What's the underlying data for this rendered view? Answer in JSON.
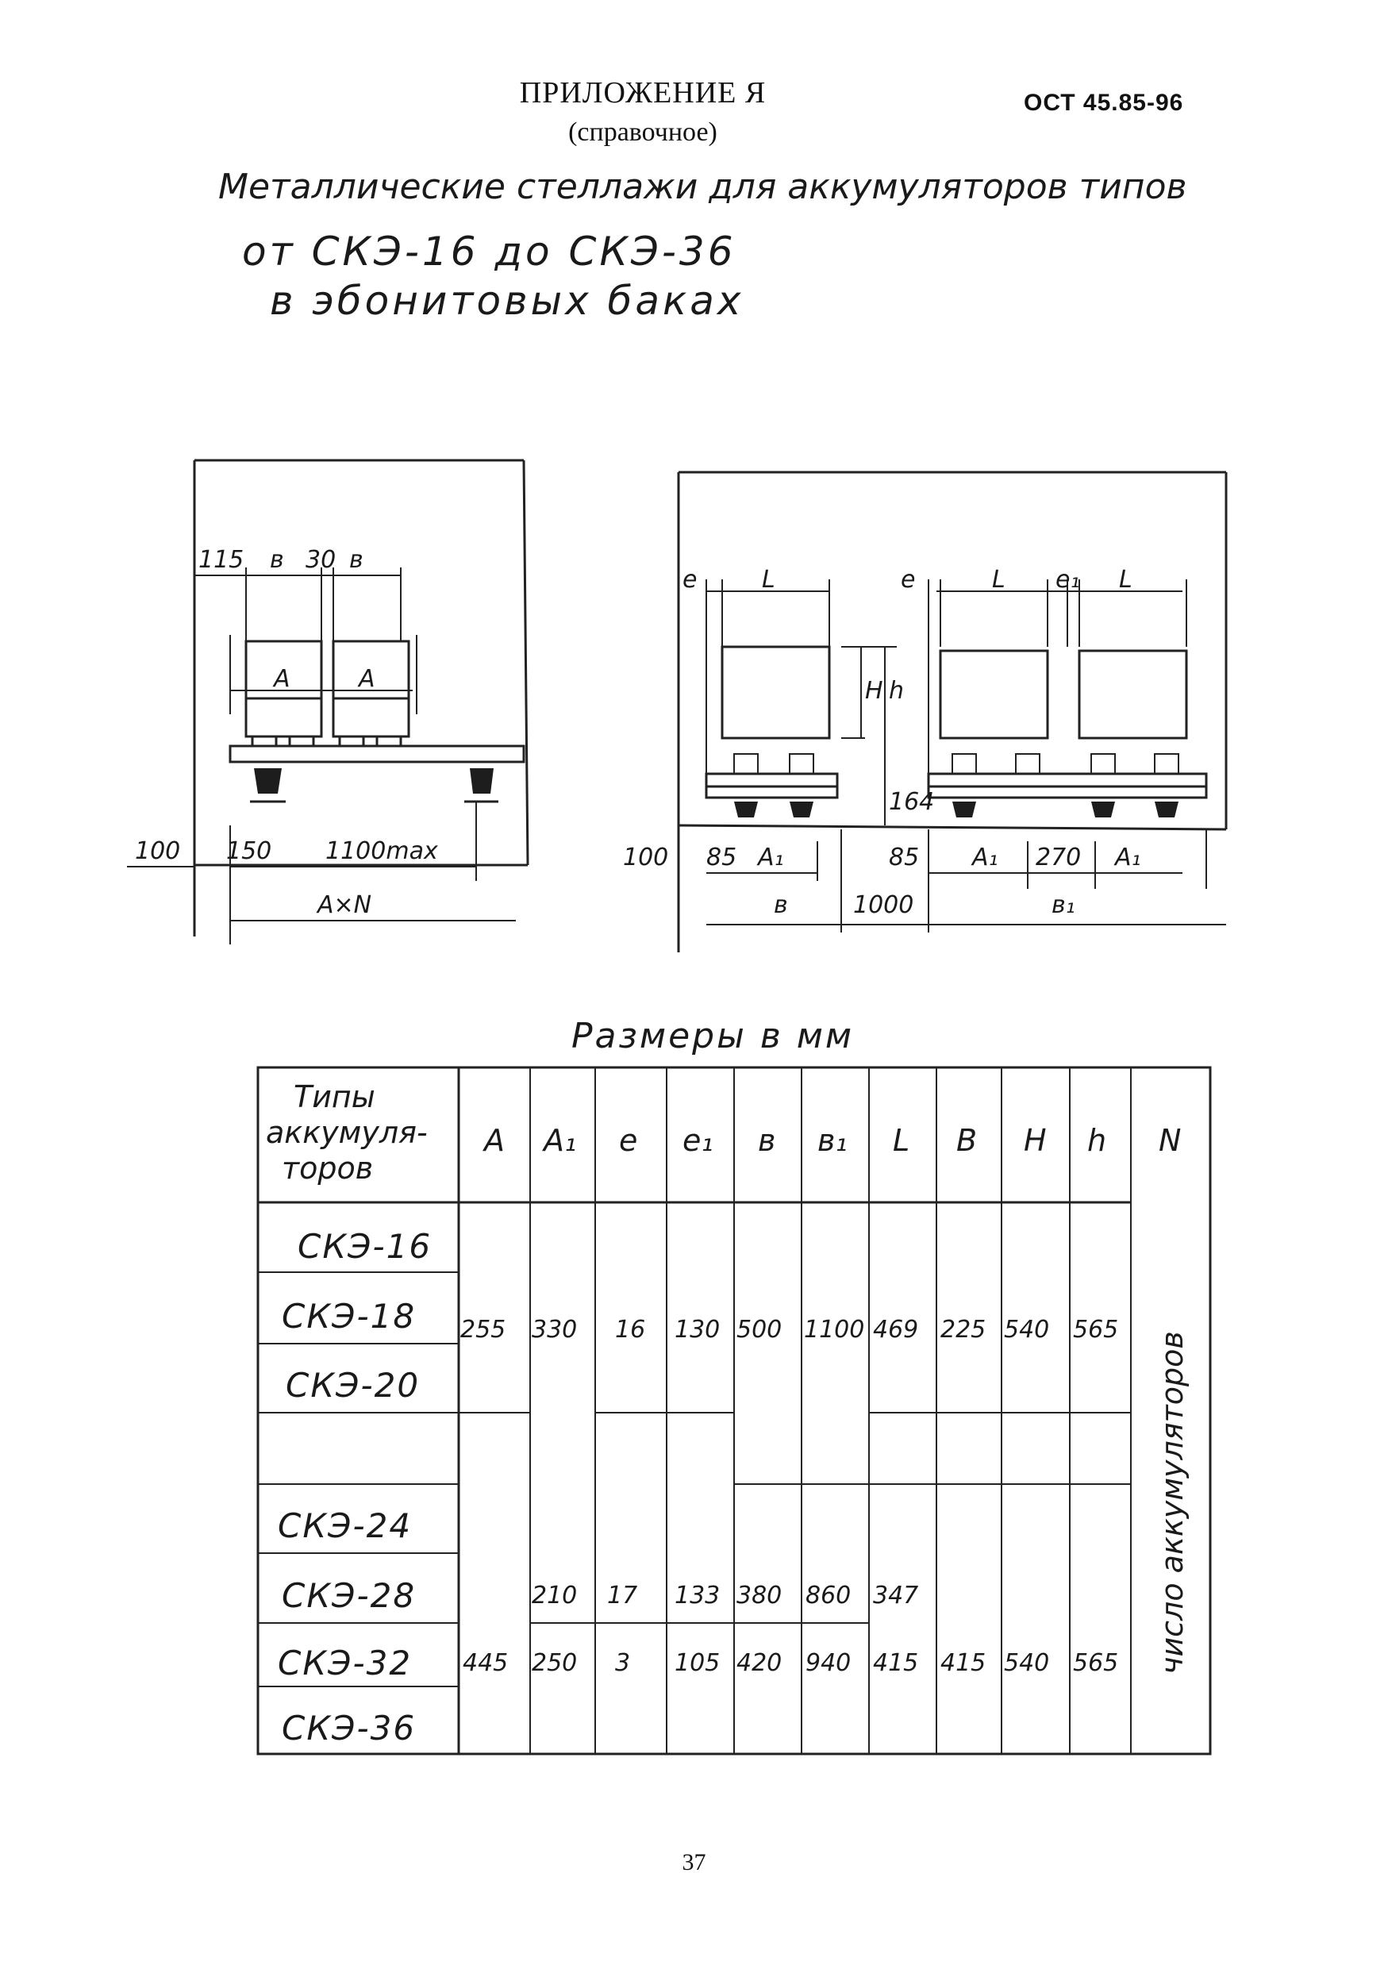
{
  "header": {
    "appendix_title": "ПРИЛОЖЕНИЕ Я",
    "appendix_subtitle": "(справочное)",
    "standard": "ОСТ 45.85-96"
  },
  "title": {
    "line1": "Металлические стеллажи для аккумуляторов типов",
    "line2": "от СКЭ-16 до СКЭ-36",
    "line3": "в эбонитовых баках"
  },
  "drawing_left": {
    "labels": [
      "115",
      "в",
      "30",
      "в",
      "А",
      "А",
      "100",
      "150",
      "1100max",
      "А×N"
    ]
  },
  "drawing_right": {
    "labels": [
      "е",
      "L",
      "е",
      "L",
      "е₁",
      "L",
      "Н",
      "h",
      "164",
      "100",
      "85",
      "А₁",
      "85",
      "А₁",
      "270",
      "А₁",
      "в",
      "1000",
      "в₁"
    ]
  },
  "sizes_note": "Размеры в мм",
  "table": {
    "type_header": [
      "Типы",
      "аккумуля-",
      "торов"
    ],
    "columns": [
      "А",
      "А₁",
      "е",
      "е₁",
      "в",
      "в₁",
      "L",
      "В",
      "Н",
      "h",
      "N"
    ],
    "types": [
      "СКЭ-16",
      "СКЭ-18",
      "СКЭ-20",
      "",
      "СКЭ-24",
      "СКЭ-28",
      "СКЭ-32",
      "СКЭ-36"
    ],
    "group1": [
      "255",
      "330",
      "16",
      "130",
      "500",
      "1100",
      "469",
      "225",
      "540",
      "565"
    ],
    "group2a": [
      "210",
      "17",
      "133",
      "380",
      "860",
      "347"
    ],
    "group2b": [
      "445",
      "250",
      "3",
      "105",
      "420",
      "940",
      "415",
      "415",
      "540",
      "565"
    ],
    "n_note": "число аккумуляторов"
  },
  "page_number": "37"
}
